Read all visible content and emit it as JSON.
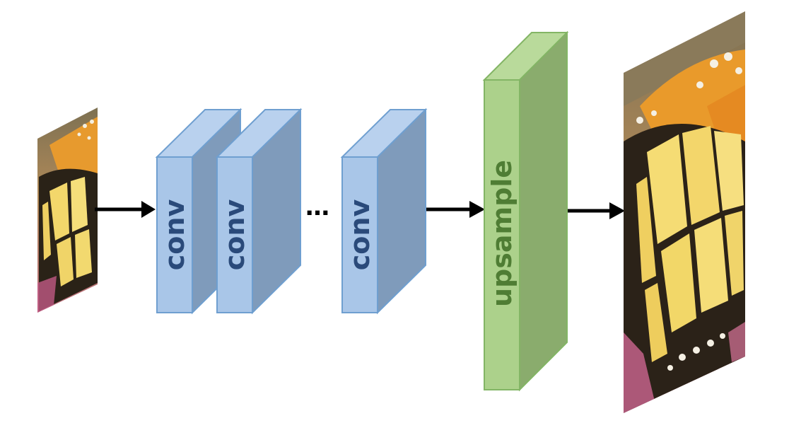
{
  "diagram": {
    "blocks": [
      {
        "id": "conv-1",
        "label": "conv"
      },
      {
        "id": "conv-2",
        "label": "conv"
      },
      {
        "id": "conv-n",
        "label": "conv"
      },
      {
        "id": "upsample",
        "label": "upsample"
      }
    ],
    "ellipsis": "…",
    "colors": {
      "conv_front": "#a9c6e8",
      "conv_side": "#7f9bbb",
      "conv_top": "#b9d1ee",
      "conv_stroke": "#6f9fd0",
      "conv_text": "#2a4a7a",
      "up_front": "#acd18b",
      "up_side": "#8aac6d",
      "up_top": "#b9da9b",
      "up_stroke": "#83b565",
      "up_text": "#4f7d34",
      "arrow": "#000000"
    },
    "images": {
      "input": "low-resolution butterfly image",
      "output": "high-resolution butterfly image"
    }
  }
}
